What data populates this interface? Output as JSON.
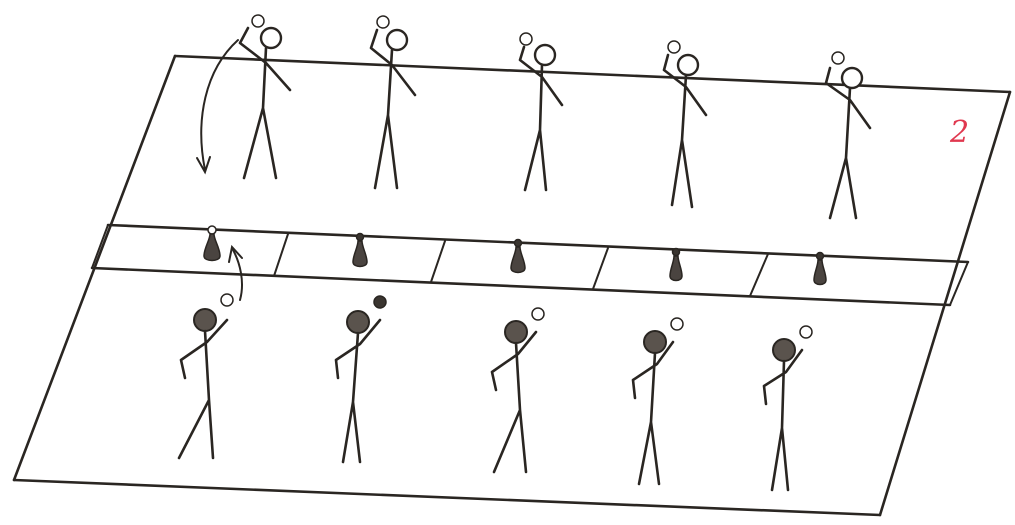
{
  "diagram": {
    "figure_number": "2",
    "colors": {
      "ink": "#2a2622",
      "figure_number": "#e0384f",
      "background": "#ffffff"
    },
    "top_row_players": 5,
    "bottom_row_players": 5,
    "pins": 5,
    "lanes": 5
  }
}
